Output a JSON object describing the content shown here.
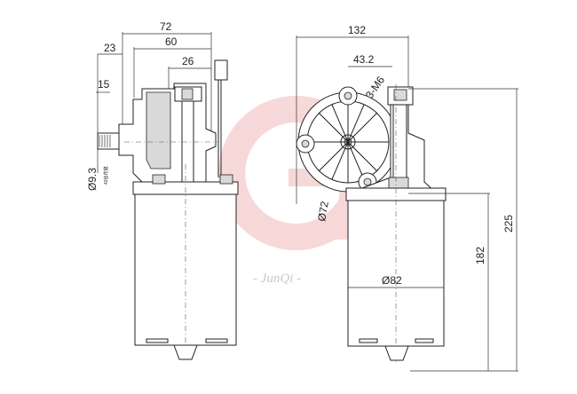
{
  "watermark": {
    "text": "- JunQi -",
    "logo_color": "#f3c5c5"
  },
  "side_view": {
    "dims": {
      "d72": "72",
      "d60": "60",
      "d26": "26",
      "d23": "23",
      "d15": "15",
      "d93": "Ø9.3",
      "d93_note": "42齿花键"
    }
  },
  "front_view": {
    "dims": {
      "d132": "132",
      "d432": "43.2",
      "m6": "3-M6",
      "d72": "Ø72",
      "d82": "Ø82",
      "d182": "182",
      "d225": "225"
    }
  }
}
